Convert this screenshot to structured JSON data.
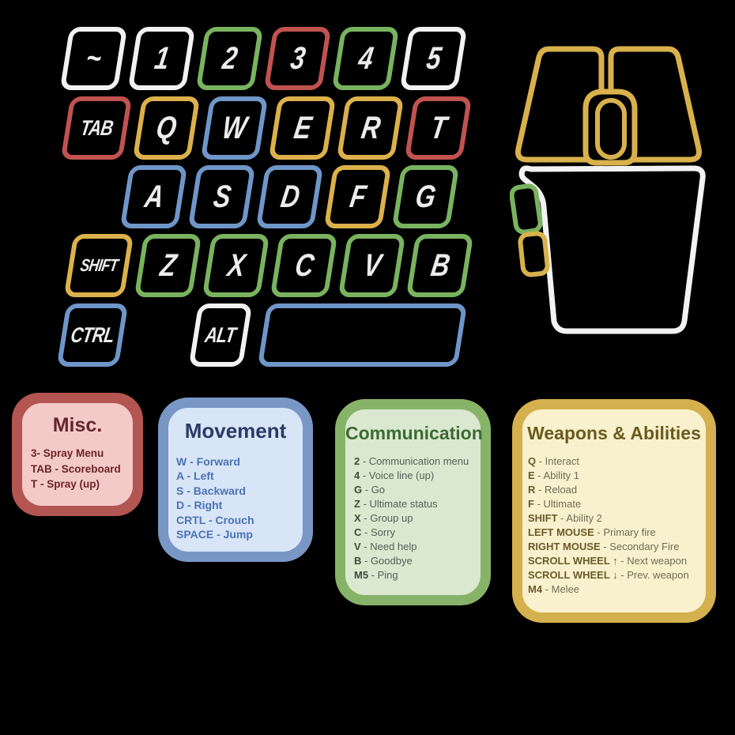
{
  "page": {
    "background": "#000000"
  },
  "key_colors": {
    "white": "#f2f2f2",
    "red": "#c0534f",
    "green": "#79b35f",
    "blue": "#6f96c9",
    "yellow": "#dcb14b"
  },
  "keyboard": {
    "label_color": "#ececec",
    "rows": [
      {
        "keys": [
          {
            "name": "tilde",
            "label": "~",
            "color": "white"
          },
          {
            "name": "1",
            "label": "1",
            "color": "white"
          },
          {
            "name": "2",
            "label": "2",
            "color": "green"
          },
          {
            "name": "3",
            "label": "3",
            "color": "red"
          },
          {
            "name": "4",
            "label": "4",
            "color": "green"
          },
          {
            "name": "5",
            "label": "5",
            "color": "white"
          }
        ]
      },
      {
        "keys": [
          {
            "name": "tab",
            "label": "TAB",
            "color": "red"
          },
          {
            "name": "q",
            "label": "Q",
            "color": "yellow"
          },
          {
            "name": "w",
            "label": "W",
            "color": "blue"
          },
          {
            "name": "e",
            "label": "E",
            "color": "yellow"
          },
          {
            "name": "r",
            "label": "R",
            "color": "yellow"
          },
          {
            "name": "t",
            "label": "T",
            "color": "red"
          }
        ]
      },
      {
        "keys": [
          {
            "name": "a",
            "label": "A",
            "color": "blue"
          },
          {
            "name": "s",
            "label": "S",
            "color": "blue"
          },
          {
            "name": "d",
            "label": "D",
            "color": "blue"
          },
          {
            "name": "f",
            "label": "F",
            "color": "yellow"
          },
          {
            "name": "g",
            "label": "G",
            "color": "green"
          }
        ]
      },
      {
        "keys": [
          {
            "name": "shift",
            "label": "SHIFT",
            "color": "yellow"
          },
          {
            "name": "z",
            "label": "Z",
            "color": "green"
          },
          {
            "name": "x",
            "label": "X",
            "color": "green"
          },
          {
            "name": "c",
            "label": "C",
            "color": "green"
          },
          {
            "name": "v",
            "label": "V",
            "color": "green"
          },
          {
            "name": "b",
            "label": "B",
            "color": "green"
          }
        ]
      },
      {
        "keys": [
          {
            "name": "ctrl",
            "label": "CTRL",
            "color": "blue"
          },
          {
            "name": "alt",
            "label": "ALT",
            "color": "white"
          },
          {
            "name": "space",
            "label": "",
            "color": "blue"
          }
        ]
      }
    ]
  },
  "mouse": {
    "left_button_color": "#d9b14c",
    "right_button_color": "#d9b14c",
    "scroll_wheel_color": "#d9b14c",
    "body_color": "#f2f2f2",
    "side_button_front_color": "#79b35f",
    "side_button_rear_color": "#d9b14c"
  },
  "legend": [
    {
      "id": "misc",
      "title": "Misc.",
      "border_color": "#b35551",
      "bg_color": "#f3cac8",
      "title_color": "#632630",
      "key_color": "#6b2326",
      "text_color": "#6b2326",
      "separator": " - ",
      "items": [
        {
          "text": "3- Spray Menu"
        },
        {
          "text": "TAB - Scoreboard"
        },
        {
          "text": "T - Spray (up)"
        }
      ]
    },
    {
      "id": "movement",
      "title": "Movement",
      "border_color": "#7897c5",
      "bg_color": "#d8e5f7",
      "title_color": "#2d3a64",
      "key_color": "#4a73b4",
      "text_color": "#4a73b4",
      "separator": " - ",
      "items": [
        {
          "text": "W - Forward"
        },
        {
          "text": "A - Left"
        },
        {
          "text": "S - Backward"
        },
        {
          "text": "D - Right"
        },
        {
          "text": "CRTL - Crouch"
        },
        {
          "text": "SPACE - Jump"
        }
      ]
    },
    {
      "id": "communication",
      "title": "Communication",
      "border_color": "#87b369",
      "bg_color": "#dae8cf",
      "title_color": "#3d6b33",
      "key_color": "#3c4b3c",
      "text_color": "#545f54",
      "separator": " - ",
      "items": [
        {
          "key": "2",
          "desc": "Communication menu"
        },
        {
          "key": "4",
          "desc": "Voice line (up)"
        },
        {
          "key": "G",
          "desc": "Go"
        },
        {
          "key": "Z",
          "desc": "Ultimate status"
        },
        {
          "key": "X",
          "desc": "Group up"
        },
        {
          "key": "C",
          "desc": "Sorry"
        },
        {
          "key": "V",
          "desc": "Need help"
        },
        {
          "key": "B",
          "desc": "Goodbye"
        },
        {
          "key": "M5",
          "desc": "Ping"
        }
      ]
    },
    {
      "id": "weapons",
      "title": "Weapons & Abilities",
      "border_color": "#d4b04e",
      "bg_color": "#f9f1cd",
      "title_color": "#6a5a1e",
      "key_color": "#6a5a28",
      "text_color": "#706b53",
      "separator": " - ",
      "items": [
        {
          "key": "Q",
          "desc": "Interact"
        },
        {
          "key": "E",
          "desc": "Ability 1"
        },
        {
          "key": "R",
          "desc": "Reload"
        },
        {
          "key": "F",
          "desc": "Ultimate"
        },
        {
          "key": "SHIFT",
          "desc": "Ability 2"
        },
        {
          "key": "LEFT MOUSE",
          "desc": "Primary fire"
        },
        {
          "key": "RIGHT MOUSE",
          "desc": "Secondary Fire"
        },
        {
          "key": "SCROLL WHEEL ↑",
          "desc": "Next weapon"
        },
        {
          "key": "SCROLL WHEEL ↓",
          "desc": "Prev. weapon"
        },
        {
          "key": "M4",
          "desc": "Melee"
        }
      ]
    }
  ]
}
